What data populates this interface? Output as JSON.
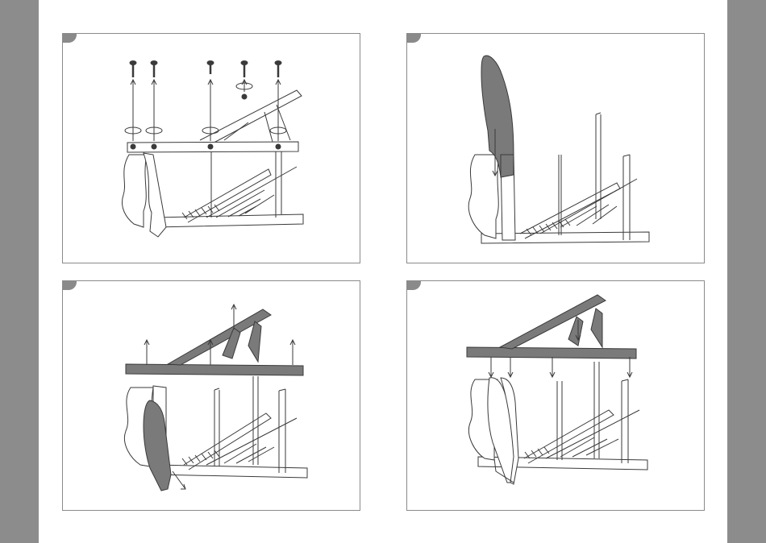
{
  "page": {
    "type": "assembly-instructions"
  },
  "colors": {
    "sidebar": "#8c8c8c",
    "panel_border": "#8a8a8a",
    "step_tab": "#8a8a8a",
    "highlight_part": "#7a7a7a",
    "line": "#3a3a3a"
  },
  "panels": [
    {
      "id": "step-1",
      "action": "insert-screws",
      "screw_count": 5
    },
    {
      "id": "step-2",
      "action": "attach-side-panel"
    },
    {
      "id": "step-3",
      "action": "remove-top-frame"
    },
    {
      "id": "step-4",
      "action": "lower-top-frame"
    }
  ]
}
